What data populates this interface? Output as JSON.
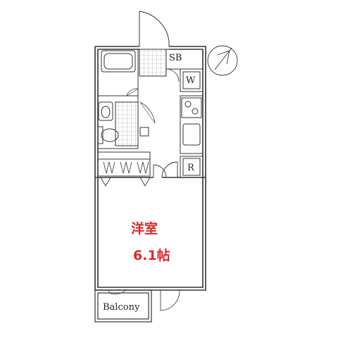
{
  "labels": {
    "sb": "SB",
    "w": "W",
    "r": "R",
    "room_name": "洋室",
    "room_size": "6.1帖",
    "balcony": "Balcony"
  },
  "colors": {
    "line": "#333333",
    "wall_fill": "#ffffff",
    "room_text": "#e0262a",
    "tile": "#9a9a9a"
  }
}
